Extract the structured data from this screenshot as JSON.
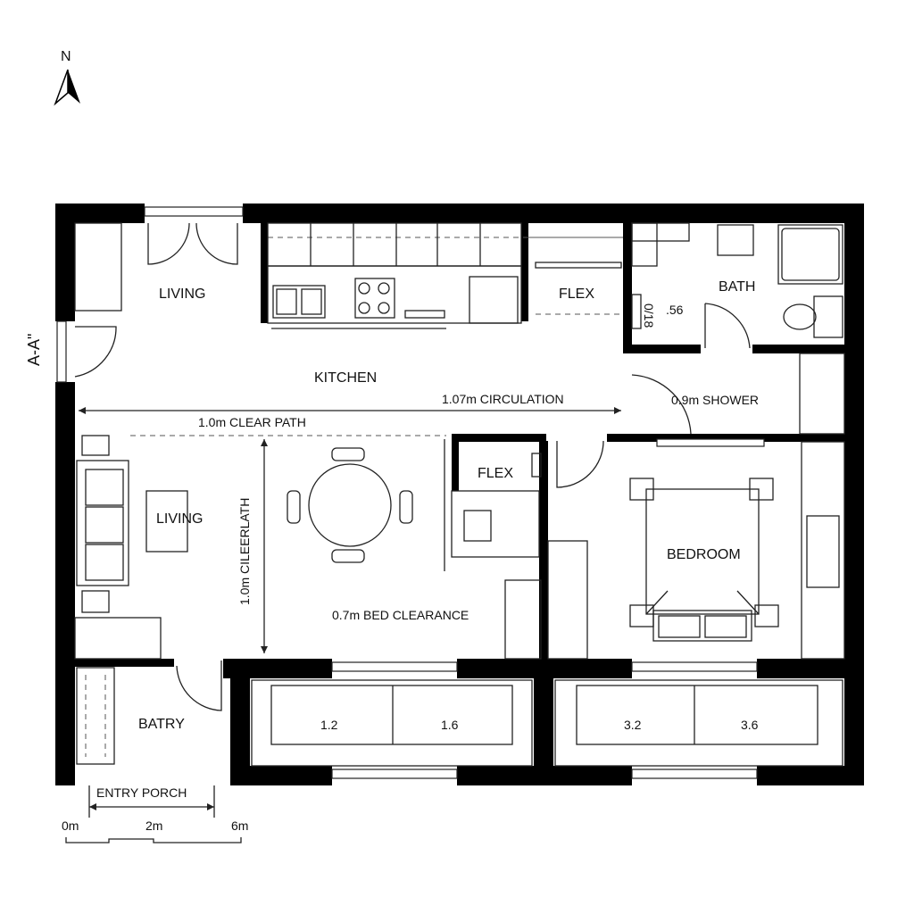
{
  "north_label": "N",
  "section_label": "A-A\"",
  "rooms": {
    "living_top": "LIVING",
    "kitchen": "KITCHEN",
    "flex_top": "FLEX",
    "bath": "BATH",
    "living_main": "LIVING",
    "flex_small": "FLEX",
    "bedroom": "BEDROOM",
    "pantry": "BATRY",
    "entry": "ENTRY PORCH"
  },
  "dimensions": {
    "circulation": "1.07m CIRCULATION",
    "clear_path": "1.0m CLEAR PATH",
    "shower": "0.9m SHOWER",
    "clear_path_vertical": "1.0m CILEERLATH",
    "bed_clearance": "0.7m BED CLEARANCE",
    "bath_code_a": "0/18",
    "bath_code_b": ".56"
  },
  "bays": [
    "1.2",
    "1.6",
    "3.2",
    "3.6"
  ],
  "scale_bar": [
    "0m",
    "2m",
    "6m"
  ]
}
